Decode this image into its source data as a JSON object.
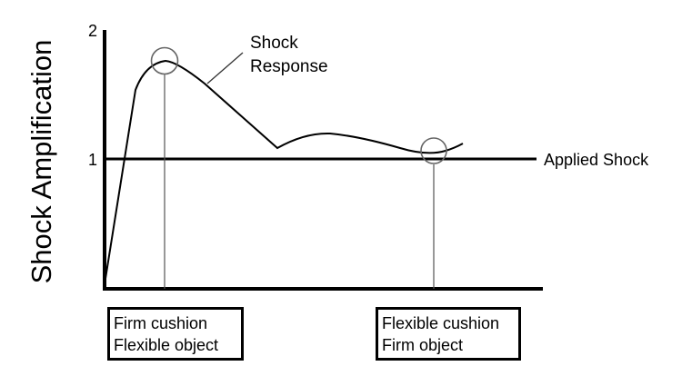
{
  "y_axis": {
    "title": "Shock Amplification",
    "ticks": [
      "2",
      "1"
    ]
  },
  "labels": {
    "response": [
      "Shock",
      "Response"
    ],
    "applied": "Applied Shock"
  },
  "boxes": [
    {
      "lines": [
        "Firm cushion",
        "Flexible object"
      ]
    },
    {
      "lines": [
        "Flexible cushion",
        "Firm object"
      ]
    }
  ]
}
